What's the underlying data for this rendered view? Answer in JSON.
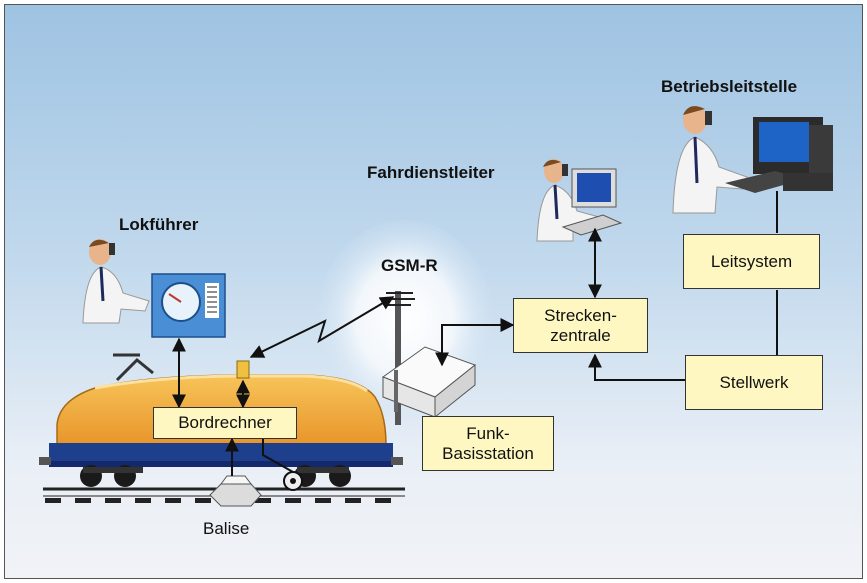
{
  "labels": {
    "betriebsleitstelle": "Betriebsleitstelle",
    "fahrdienstleiter": "Fahrdienstleiter",
    "lokfuehrer": "Lokführer",
    "gsm_r": "GSM-R",
    "balise": "Balise"
  },
  "boxes": {
    "leitsystem": "Leitsystem",
    "streckenzentrale_line1": "Strecken-",
    "streckenzentrale_line2": "zentrale",
    "stellwerk": "Stellwerk",
    "funk_line1": "Funk-",
    "funk_line2": "Basisstation",
    "bordrechner": "Bordrechner"
  },
  "colors": {
    "box_fill": "#fff7c2",
    "locomotive_body": "#f2a532",
    "locomotive_base": "#1e3f8c",
    "gsm_glow": "#ffffff"
  }
}
